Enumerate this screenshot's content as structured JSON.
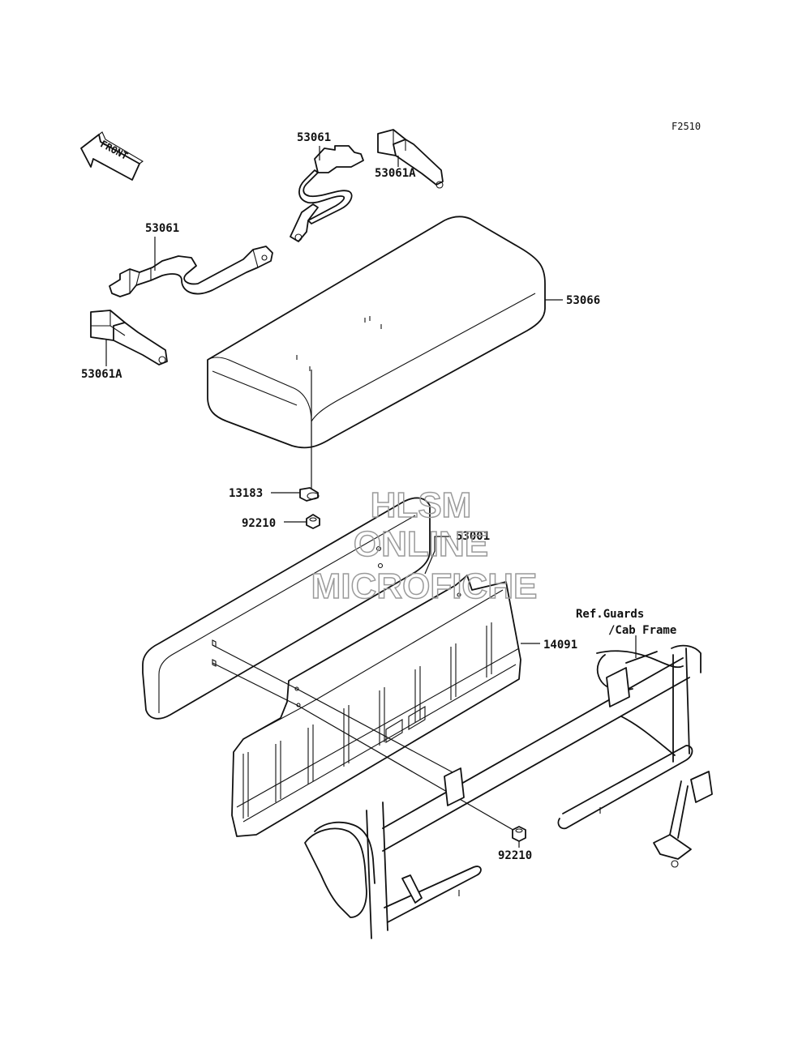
{
  "figure_code": "F2510",
  "front_indicator": "FRONT",
  "part_labels": {
    "strap_upper": "53061",
    "strap_upper_bracket": "53061A",
    "strap_left": "53061",
    "strap_left_bracket": "53061A",
    "seat_cushion": "53066",
    "collar": "13183",
    "nut_upper": "92210",
    "seat_back": "53001",
    "backrest_plate": "14091",
    "nut_lower": "92210"
  },
  "reference_note": {
    "line1": "Ref.Guards",
    "line2": "/Cab Frame"
  },
  "watermark": {
    "line1": "HLSM",
    "line2": "ONLINE",
    "line3": "MICROFICHE"
  }
}
